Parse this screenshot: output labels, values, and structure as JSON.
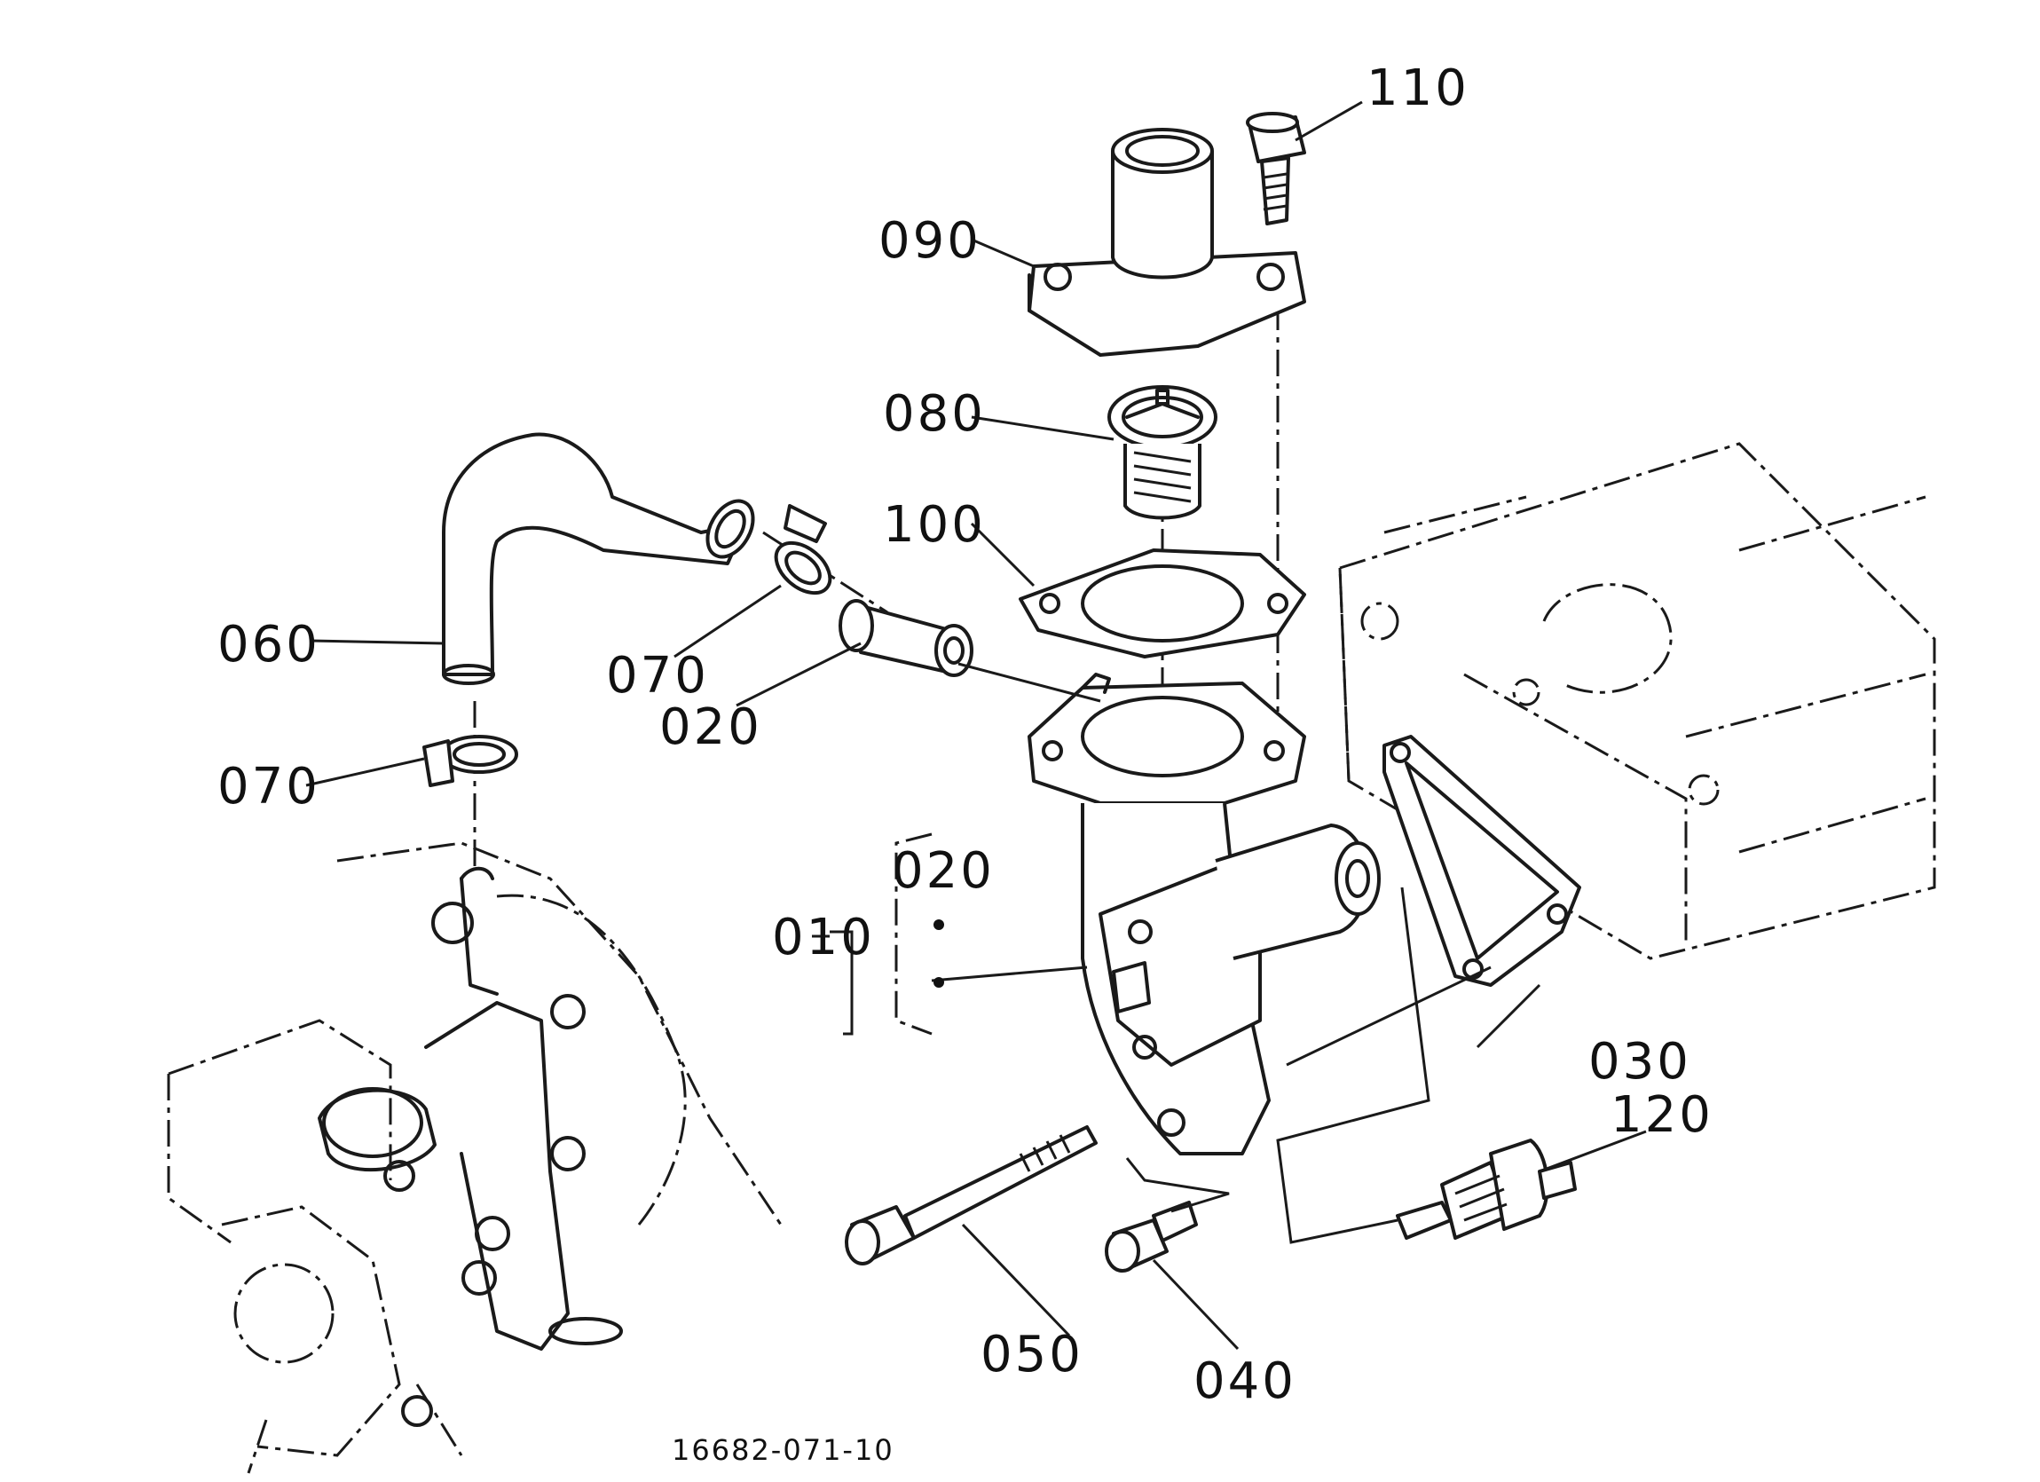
{
  "diagram": {
    "reference_number": "16682-071-10",
    "callouts": {
      "p010": "010",
      "p020_group": "020",
      "p020": "020",
      "p030": "030",
      "p040": "040",
      "p050": "050",
      "p060": "060",
      "p070_upper": "070",
      "p070_lower": "070",
      "p080": "080",
      "p090": "090",
      "p100": "100",
      "p110": "110",
      "p120": "120"
    }
  }
}
